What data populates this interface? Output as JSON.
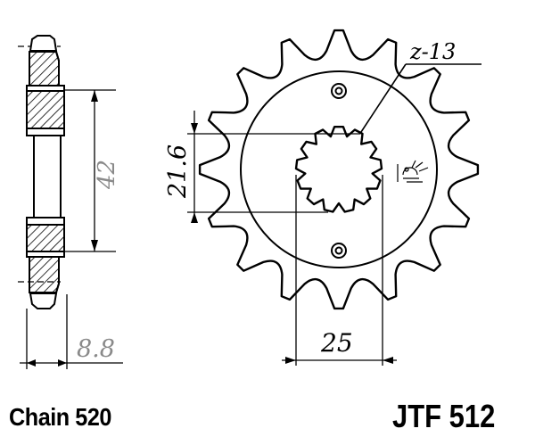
{
  "dimensions": {
    "teeth_label": "z-13",
    "bore_height": "21.6",
    "outer_span": "42",
    "spline_width": "25",
    "hub_width": "8.8"
  },
  "footer": {
    "chain": "Chain 520",
    "model": "JTF 512"
  },
  "diagram": {
    "teeth": 16,
    "spline_teeth": 13
  }
}
